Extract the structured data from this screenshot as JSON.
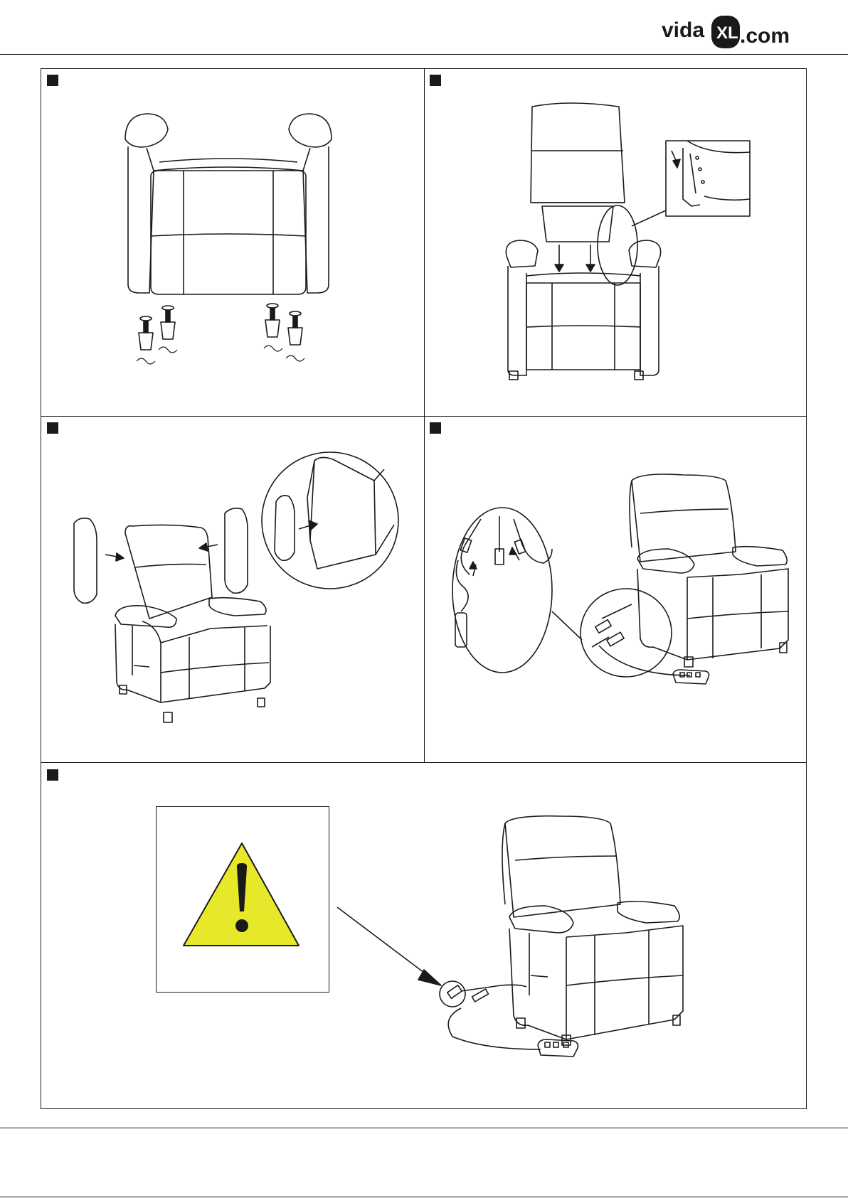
{
  "brand": {
    "name": "vidaXL.com",
    "prefix": "vida",
    "mark": "XL",
    "suffix": ".com"
  },
  "steps": [
    {
      "id": 1,
      "subject": "feet-attachment"
    },
    {
      "id": 2,
      "subject": "backrest-insertion"
    },
    {
      "id": 3,
      "subject": "side-panel-fitting"
    },
    {
      "id": 4,
      "subject": "cable-connection"
    },
    {
      "id": 5,
      "subject": "safety-warning"
    }
  ],
  "icons": {
    "warning": "warning-triangle-icon",
    "arrow": "arrow-icon",
    "rotate": "rotate-arrows-icon"
  },
  "colors": {
    "line": "#1a1a1a",
    "warning_fill": "#e8e82a",
    "marker": "#1a1a1a"
  },
  "footer": {
    "page_ref": ""
  }
}
